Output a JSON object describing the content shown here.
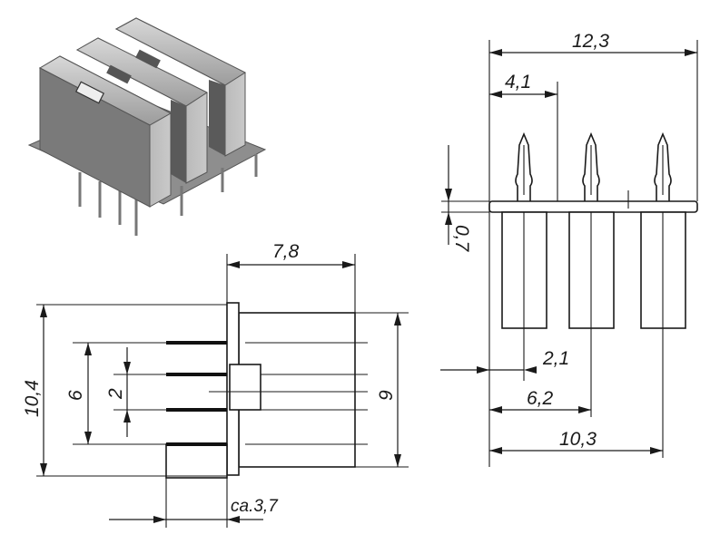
{
  "diagram": {
    "photo": {
      "icon": "component-photo"
    },
    "side_view": {
      "dim_width_top": "7,8",
      "dim_height_left": "10,4",
      "dim_inner_left": "6",
      "dim_pitch_left": "2",
      "dim_height_right": "9",
      "dim_pin_length": "ca.3,7"
    },
    "front_view": {
      "dim_total_width": "12,3",
      "dim_first_offset": "4,1",
      "dim_plate": "0,7",
      "dim_pin1": "2,1",
      "dim_pin2": "6,2",
      "dim_pin3": "10,3"
    }
  }
}
